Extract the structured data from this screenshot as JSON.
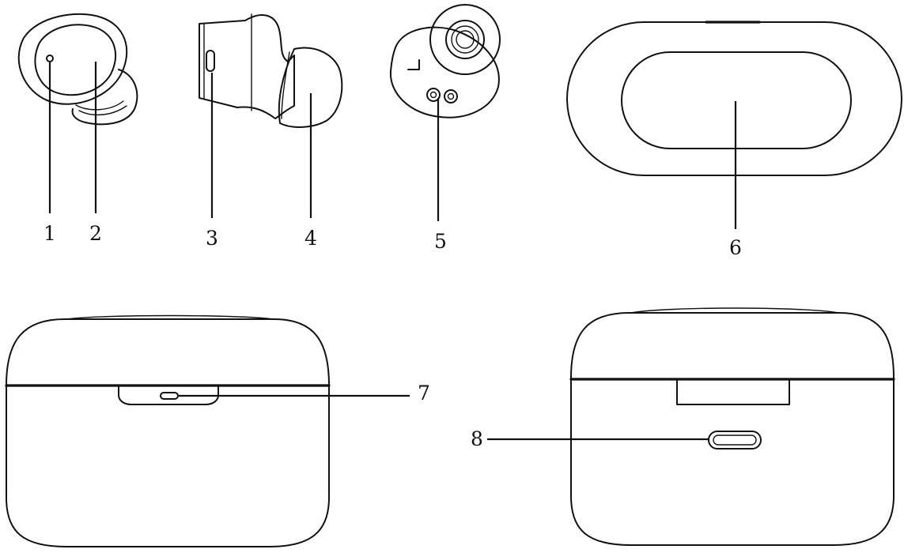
{
  "labels": {
    "callout_1": "1",
    "callout_2": "2",
    "callout_3": "3",
    "callout_4": "4",
    "callout_5": "5",
    "callout_6": "6",
    "callout_7": "7",
    "callout_8": "8"
  },
  "colors": {
    "line": "#111111",
    "background": "#ffffff"
  },
  "icons": {
    "earbud_front": "earbud-front-icon",
    "earbud_side": "earbud-side-icon",
    "earbud_inner": "earbud-inner-icon",
    "case_top": "case-top-icon",
    "case_front": "case-front-icon",
    "case_back": "case-back-icon"
  }
}
